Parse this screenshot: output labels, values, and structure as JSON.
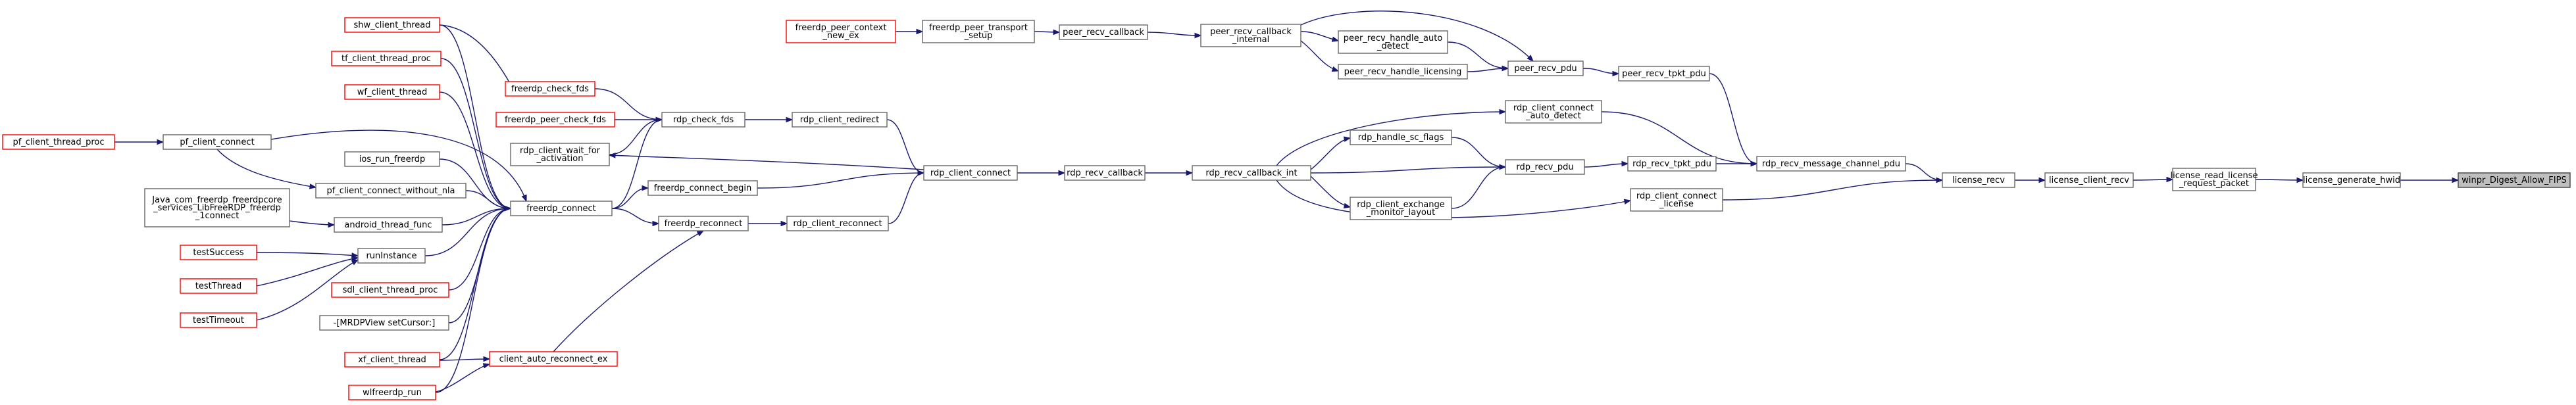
{
  "graph": {
    "nodes": [
      {
        "id": "n_fips",
        "lines": [
          "winpr_Digest_Allow_FIPS"
        ],
        "kind": "root"
      },
      {
        "id": "n_genhwid",
        "lines": [
          "license_generate_hwid"
        ]
      },
      {
        "id": "n_readreq",
        "lines": [
          "license_read_license",
          "_request_packet"
        ]
      },
      {
        "id": "n_clientrecv",
        "lines": [
          "license_client_recv"
        ]
      },
      {
        "id": "n_licrecv",
        "lines": [
          "license_recv"
        ]
      },
      {
        "id": "n_msgpdu",
        "lines": [
          "rdp_recv_message_channel_pdu"
        ]
      },
      {
        "id": "n_connlic",
        "lines": [
          "rdp_client_connect",
          "_license"
        ]
      },
      {
        "id": "n_tpkt",
        "lines": [
          "peer_recv_tpkt_pdu"
        ]
      },
      {
        "id": "n_autodet",
        "lines": [
          "rdp_client_connect",
          "_auto_detect"
        ]
      },
      {
        "id": "n_rtpkt",
        "lines": [
          "rdp_recv_tpkt_pdu"
        ]
      },
      {
        "id": "n_peerpdu",
        "lines": [
          "peer_recv_pdu"
        ]
      },
      {
        "id": "n_recvpdu",
        "lines": [
          "rdp_recv_pdu"
        ]
      },
      {
        "id": "n_hauto",
        "lines": [
          "peer_recv_handle_auto",
          "_detect"
        ]
      },
      {
        "id": "n_hlic",
        "lines": [
          "peer_recv_handle_licensing"
        ]
      },
      {
        "id": "n_scflags",
        "lines": [
          "rdp_handle_sc_flags"
        ]
      },
      {
        "id": "n_exch",
        "lines": [
          "rdp_client_exchange",
          "_monitor_layout"
        ]
      },
      {
        "id": "n_pcbint",
        "lines": [
          "peer_recv_callback",
          "_internal"
        ]
      },
      {
        "id": "n_cbint",
        "lines": [
          "rdp_recv_callback_int"
        ]
      },
      {
        "id": "n_pcb",
        "lines": [
          "peer_recv_callback"
        ]
      },
      {
        "id": "n_rcb",
        "lines": [
          "rdp_recv_callback"
        ]
      },
      {
        "id": "n_fptrans",
        "lines": [
          "freerdp_peer_transport",
          "_setup"
        ]
      },
      {
        "id": "n_rdpconn",
        "lines": [
          "rdp_client_connect"
        ]
      },
      {
        "id": "n_fpctx",
        "lines": [
          "freerdp_peer_context",
          "_new_ex"
        ],
        "kind": "truncated"
      },
      {
        "id": "n_redir",
        "lines": [
          "rdp_client_redirect"
        ]
      },
      {
        "id": "n_reconn",
        "lines": [
          "rdp_client_reconnect"
        ]
      },
      {
        "id": "n_checkfds",
        "lines": [
          "rdp_check_fds"
        ]
      },
      {
        "id": "n_waitact",
        "lines": [
          "rdp_client_wait_for",
          "_activation"
        ]
      },
      {
        "id": "n_begin",
        "lines": [
          "freerdp_connect_begin"
        ]
      },
      {
        "id": "n_freconn",
        "lines": [
          "freerdp_reconnect"
        ]
      },
      {
        "id": "n_fcheck",
        "lines": [
          "freerdp_check_fds"
        ],
        "kind": "truncated"
      },
      {
        "id": "n_fpcheck",
        "lines": [
          "freerdp_peer_check_fds"
        ],
        "kind": "truncated"
      },
      {
        "id": "n_fconn",
        "lines": [
          "freerdp_connect"
        ]
      },
      {
        "id": "n_autore",
        "lines": [
          "client_auto_reconnect_ex"
        ],
        "kind": "truncated"
      },
      {
        "id": "n_shw",
        "lines": [
          "shw_client_thread"
        ],
        "kind": "truncated"
      },
      {
        "id": "n_tf",
        "lines": [
          "tf_client_thread_proc"
        ],
        "kind": "truncated"
      },
      {
        "id": "n_wf",
        "lines": [
          "wf_client_thread"
        ],
        "kind": "truncated"
      },
      {
        "id": "n_ios",
        "lines": [
          "ios_run_freerdp"
        ]
      },
      {
        "id": "n_withoutnla",
        "lines": [
          "pf_client_connect_without_nla"
        ]
      },
      {
        "id": "n_android",
        "lines": [
          "android_thread_func"
        ]
      },
      {
        "id": "n_runinst",
        "lines": [
          "runInstance"
        ]
      },
      {
        "id": "n_sdl",
        "lines": [
          "sdl_client_thread_proc"
        ],
        "kind": "truncated"
      },
      {
        "id": "n_mrdp",
        "lines": [
          "-[MRDPView setCursor:]"
        ]
      },
      {
        "id": "n_xf",
        "lines": [
          "xf_client_thread"
        ],
        "kind": "truncated"
      },
      {
        "id": "n_wlf",
        "lines": [
          "wlfreerdp_run"
        ],
        "kind": "truncated"
      },
      {
        "id": "n_pfconn",
        "lines": [
          "pf_client_connect"
        ]
      },
      {
        "id": "n_pfthread",
        "lines": [
          "pf_client_thread_proc"
        ],
        "kind": "truncated"
      },
      {
        "id": "n_java",
        "lines": [
          "Java_com_freerdp_freerdpcore",
          "_services_LibFreeRDP_freerdp",
          "_1connect"
        ]
      },
      {
        "id": "n_tsucc",
        "lines": [
          "testSuccess"
        ],
        "kind": "truncated"
      },
      {
        "id": "n_tthread",
        "lines": [
          "testThread"
        ],
        "kind": "truncated"
      },
      {
        "id": "n_ttime",
        "lines": [
          "testTimeout"
        ],
        "kind": "truncated"
      }
    ],
    "edges": [
      [
        "n_genhwid",
        "n_fips"
      ],
      [
        "n_readreq",
        "n_genhwid"
      ],
      [
        "n_clientrecv",
        "n_readreq"
      ],
      [
        "n_licrecv",
        "n_clientrecv"
      ],
      [
        "n_msgpdu",
        "n_licrecv"
      ],
      [
        "n_connlic",
        "n_licrecv"
      ],
      [
        "n_tpkt",
        "n_msgpdu"
      ],
      [
        "n_autodet",
        "n_msgpdu"
      ],
      [
        "n_rtpkt",
        "n_msgpdu"
      ],
      [
        "n_peerpdu",
        "n_tpkt"
      ],
      [
        "n_recvpdu",
        "n_rtpkt"
      ],
      [
        "n_hauto",
        "n_peerpdu"
      ],
      [
        "n_hlic",
        "n_peerpdu"
      ],
      [
        "n_pcbint",
        "n_peerpdu"
      ],
      [
        "n_scflags",
        "n_recvpdu"
      ],
      [
        "n_exch",
        "n_recvpdu"
      ],
      [
        "n_cbint",
        "n_recvpdu"
      ],
      [
        "n_pcbint",
        "n_hauto"
      ],
      [
        "n_pcbint",
        "n_hlic"
      ],
      [
        "n_cbint",
        "n_scflags"
      ],
      [
        "n_cbint",
        "n_exch"
      ],
      [
        "n_cbint",
        "n_autodet"
      ],
      [
        "n_cbint",
        "n_connlic"
      ],
      [
        "n_pcb",
        "n_pcbint"
      ],
      [
        "n_rcb",
        "n_cbint"
      ],
      [
        "n_fptrans",
        "n_pcb"
      ],
      [
        "n_rdpconn",
        "n_rcb"
      ],
      [
        "n_fpctx",
        "n_fptrans"
      ],
      [
        "n_redir",
        "n_rdpconn"
      ],
      [
        "n_reconn",
        "n_rdpconn"
      ],
      [
        "n_rdpconn",
        "n_waitact"
      ],
      [
        "n_checkfds",
        "n_redir"
      ],
      [
        "n_waitact",
        "n_checkfds"
      ],
      [
        "n_begin",
        "n_rdpconn"
      ],
      [
        "n_freconn",
        "n_reconn"
      ],
      [
        "n_fcheck",
        "n_checkfds"
      ],
      [
        "n_fpcheck",
        "n_checkfds"
      ],
      [
        "n_fconn",
        "n_checkfds"
      ],
      [
        "n_fconn",
        "n_begin"
      ],
      [
        "n_fconn",
        "n_freconn"
      ],
      [
        "n_autore",
        "n_freconn"
      ],
      [
        "n_shw",
        "n_fcheck"
      ],
      [
        "n_shw",
        "n_fconn"
      ],
      [
        "n_tf",
        "n_fconn"
      ],
      [
        "n_wf",
        "n_fconn"
      ],
      [
        "n_ios",
        "n_fconn"
      ],
      [
        "n_withoutnla",
        "n_fconn"
      ],
      [
        "n_android",
        "n_fconn"
      ],
      [
        "n_runinst",
        "n_fconn"
      ],
      [
        "n_sdl",
        "n_fconn"
      ],
      [
        "n_mrdp",
        "n_fconn"
      ],
      [
        "n_xf",
        "n_fconn"
      ],
      [
        "n_wlf",
        "n_fconn"
      ],
      [
        "n_pfconn",
        "n_fconn"
      ],
      [
        "n_xf",
        "n_autore"
      ],
      [
        "n_wlf",
        "n_autore"
      ],
      [
        "n_pfconn",
        "n_withoutnla"
      ],
      [
        "n_pfthread",
        "n_pfconn"
      ],
      [
        "n_java",
        "n_android"
      ],
      [
        "n_tsucc",
        "n_runinst"
      ],
      [
        "n_tthread",
        "n_runinst"
      ],
      [
        "n_ttime",
        "n_runinst"
      ]
    ]
  }
}
